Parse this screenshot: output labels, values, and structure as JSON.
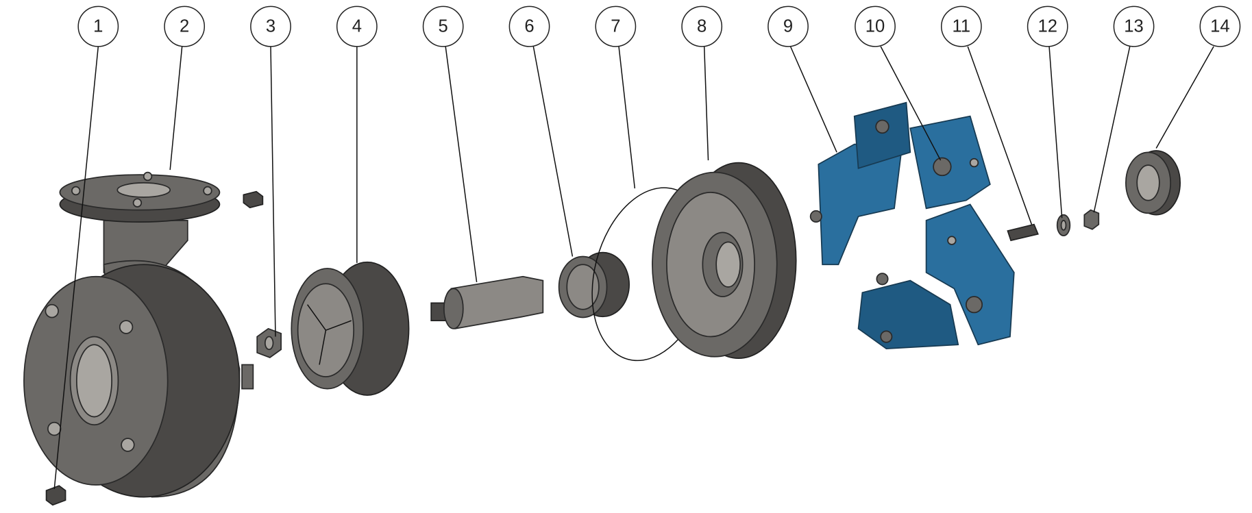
{
  "diagram": {
    "type": "exploded-assembly",
    "balloons": [
      "1",
      "2",
      "3",
      "4",
      "5",
      "6",
      "7",
      "8",
      "9",
      "10",
      "11",
      "12",
      "13",
      "14"
    ],
    "colors": {
      "part_metal": "#6b6966",
      "coupling_guard": "#2a6f9e",
      "leader": "#111111"
    }
  }
}
